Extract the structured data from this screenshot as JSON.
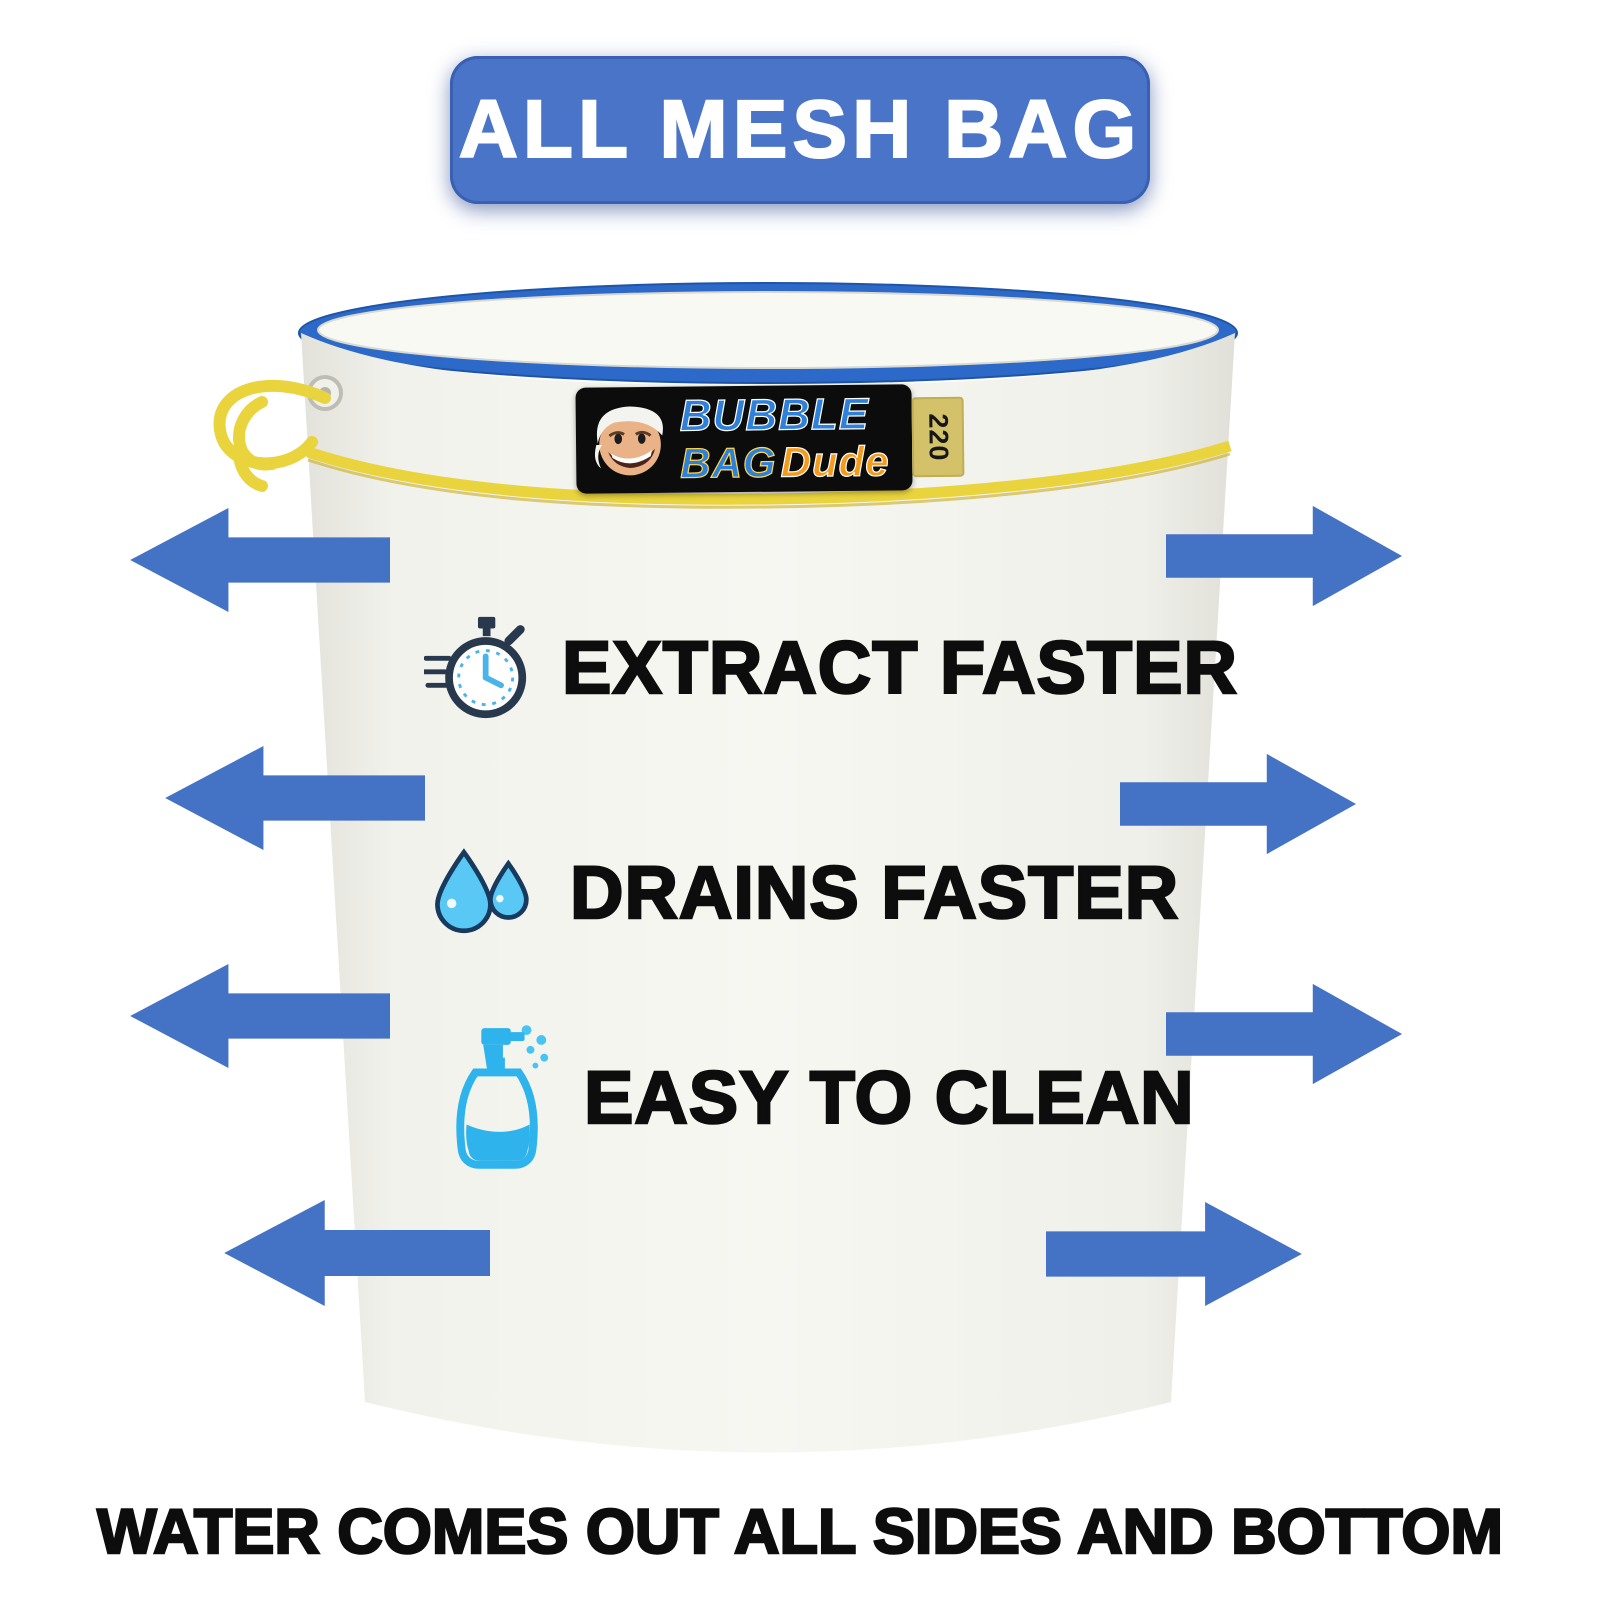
{
  "title_badge": {
    "label": "ALL MESH BAG"
  },
  "brand": {
    "word1": "BUBBLE",
    "word2": "BAG",
    "word3": "Dude",
    "tag_number": "220",
    "mascot": "grinning-dude-face-icon"
  },
  "features": [
    {
      "icon": "stopwatch-icon",
      "label": "EXTRACT FASTER"
    },
    {
      "icon": "water-drops-icon",
      "label": "DRAINS FASTER"
    },
    {
      "icon": "spray-bottle-icon",
      "label": "EASY TO CLEAN"
    }
  ],
  "footer": {
    "caption": "WATER COMES OUT ALL SIDES AND BOTTOM"
  },
  "colors": {
    "accent_blue": "#4472C4",
    "rim_blue": "#2C69C9",
    "cord_yellow": "#EAD43E",
    "bag_white": "#F4F4EF",
    "icon_light_blue": "#45BDF1",
    "icon_dark": "#28394E",
    "label_bg": "#0C0C0C",
    "tag_gold": "#D3C269",
    "text_black": "#0D0D0D"
  }
}
